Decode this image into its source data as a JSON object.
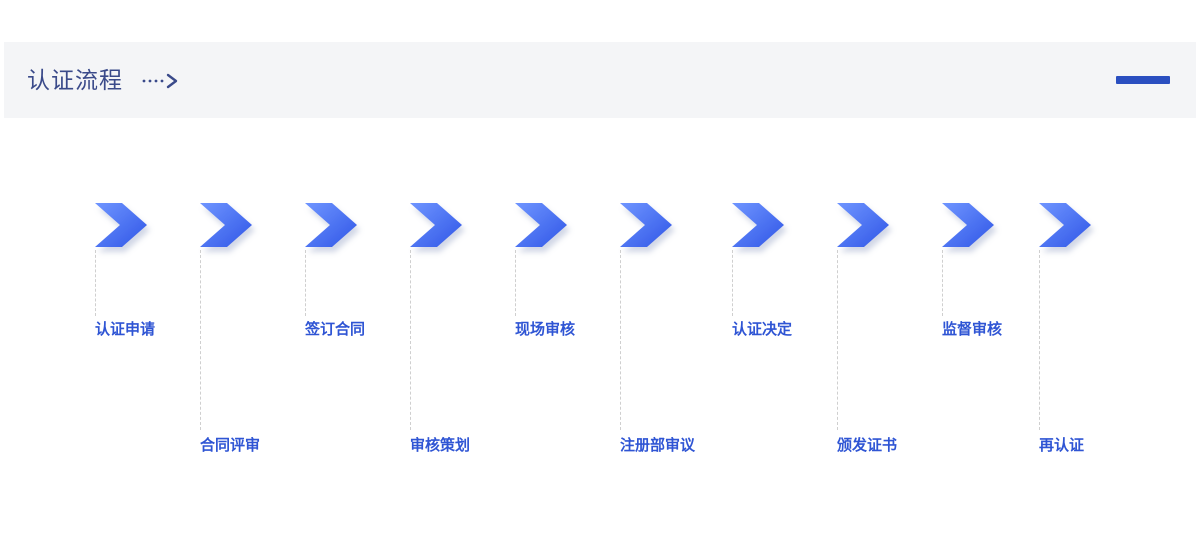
{
  "header": {
    "title": "认证流程"
  },
  "colors": {
    "accent": "#2f55d4",
    "arrow_light": "#6f95ff",
    "arrow_dark": "#2f55e6",
    "header_bg": "#f4f5f7",
    "header_accent": "#2a4fc0"
  },
  "steps": [
    {
      "label": "认证申请",
      "position": "upper"
    },
    {
      "label": "合同评审",
      "position": "lower"
    },
    {
      "label": "签订合同",
      "position": "upper"
    },
    {
      "label": "审核策划",
      "position": "lower"
    },
    {
      "label": "现场审核",
      "position": "upper"
    },
    {
      "label": "注册部审议",
      "position": "lower"
    },
    {
      "label": "认证决定",
      "position": "upper"
    },
    {
      "label": "颁发证书",
      "position": "lower"
    },
    {
      "label": "监督审核",
      "position": "upper"
    },
    {
      "label": "再认证",
      "position": "lower"
    }
  ]
}
